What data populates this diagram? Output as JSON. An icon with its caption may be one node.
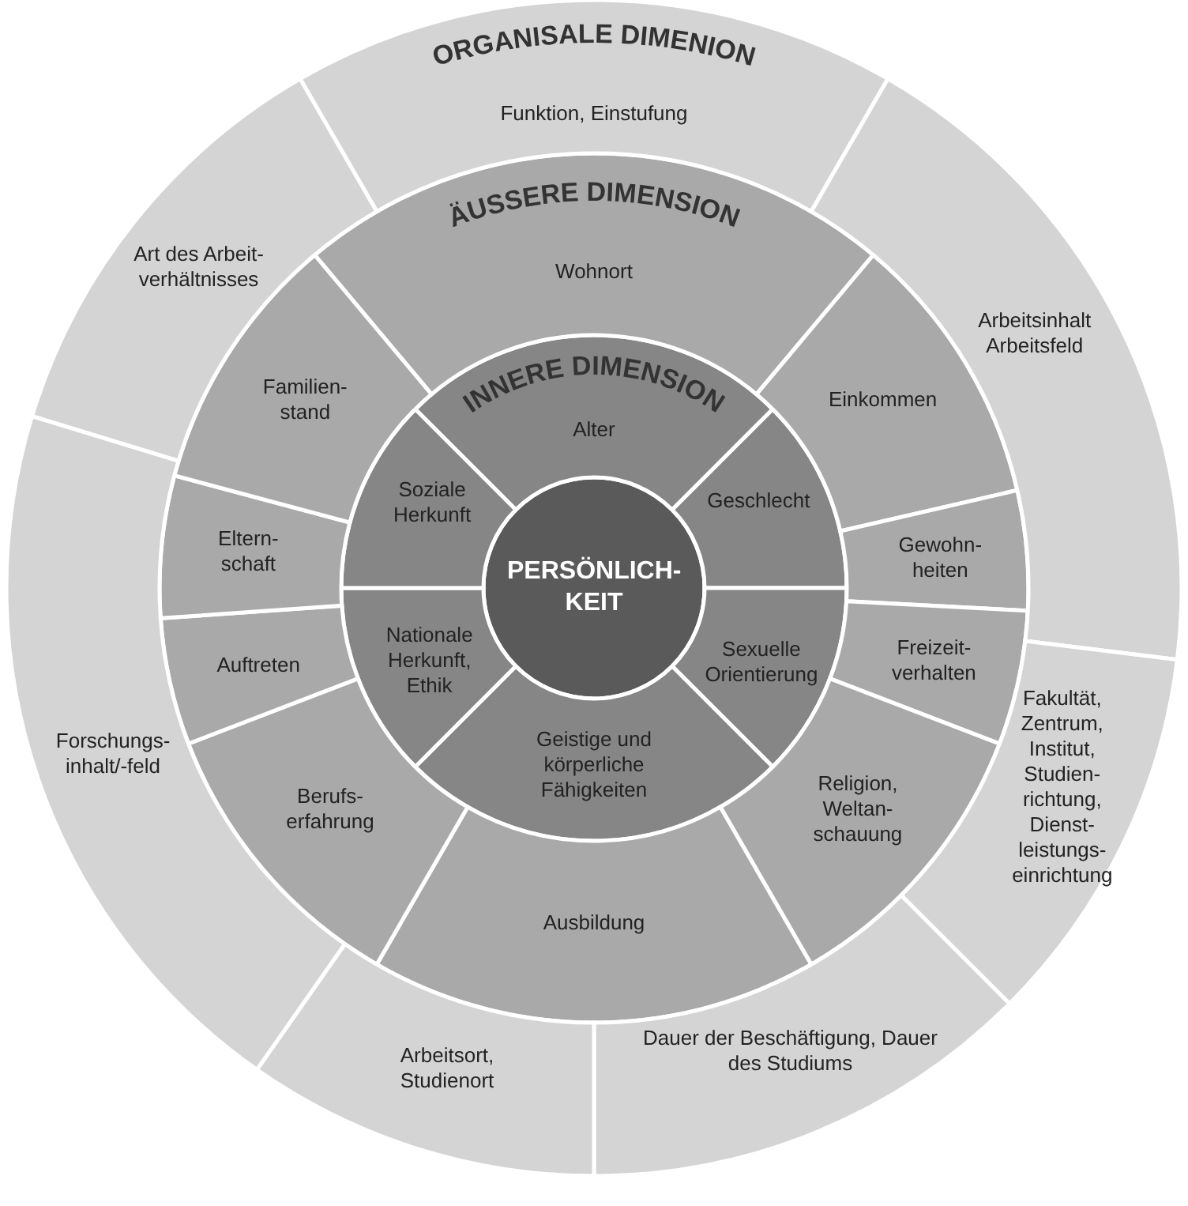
{
  "diagram": {
    "nodes": [
      {
        "text": [
          "PERSÖNLICH- KEIT"
        ]
      },
      {
        "text": [
          "Alter"
        ]
      },
      {
        "text": [
          "Geschlecht"
        ]
      },
      {
        "text": [
          "Sexuelle Orientierung"
        ]
      },
      {
        "text": [
          "Geistige und körperliche Fähigkeiten"
        ]
      },
      {
        "text": [
          "Nationale Herkunft, Ethik"
        ]
      },
      {
        "text": [
          "Soziale Herkunft"
        ]
      },
      {
        "text": [
          "Wohnort"
        ]
      },
      {
        "text": [
          "Einkommen"
        ]
      },
      {
        "text": [
          "Gewohn- heiten"
        ]
      },
      {
        "text": [
          "Freizeit- verhalten"
        ]
      },
      {
        "text": [
          "Religion, Weltan- schauung"
        ]
      },
      {
        "text": [
          "Ausbildung"
        ]
      },
      {
        "text": [
          "Berufs- erfahrung"
        ]
      },
      {
        "text": [
          "Auftreten"
        ]
      },
      {
        "text": [
          "Eltern- schaft"
        ]
      },
      {
        "text": [
          "Familien- stand"
        ]
      },
      {
        "text": [
          "Funktion, Einstufung"
        ]
      },
      {
        "text": [
          "Arbeitsinhalt Arbeitsfeld"
        ]
      },
      {
        "text": [
          "Fakultät, Zentrum, Institut, Studien- richtung, Dienst- leistungs- einrichtung"
        ]
      },
      {
        "text": [
          "Dauer der Beschäftigung, Dauer des Studiums"
        ]
      },
      {
        "text": [
          "Arbeitsort, Studienort"
        ]
      },
      {
        "text": [
          "Forschungs- inhalt/-feld"
        ]
      },
      {
        "text": [
          "Art des Arbeit- verhältnisses"
        ]
      }
    ],
    "labels": [
      "ORGANISALE DIMENION",
      "ÄUSSERE DIMENSION",
      "INNERE DIMENSION"
    ]
  }
}
